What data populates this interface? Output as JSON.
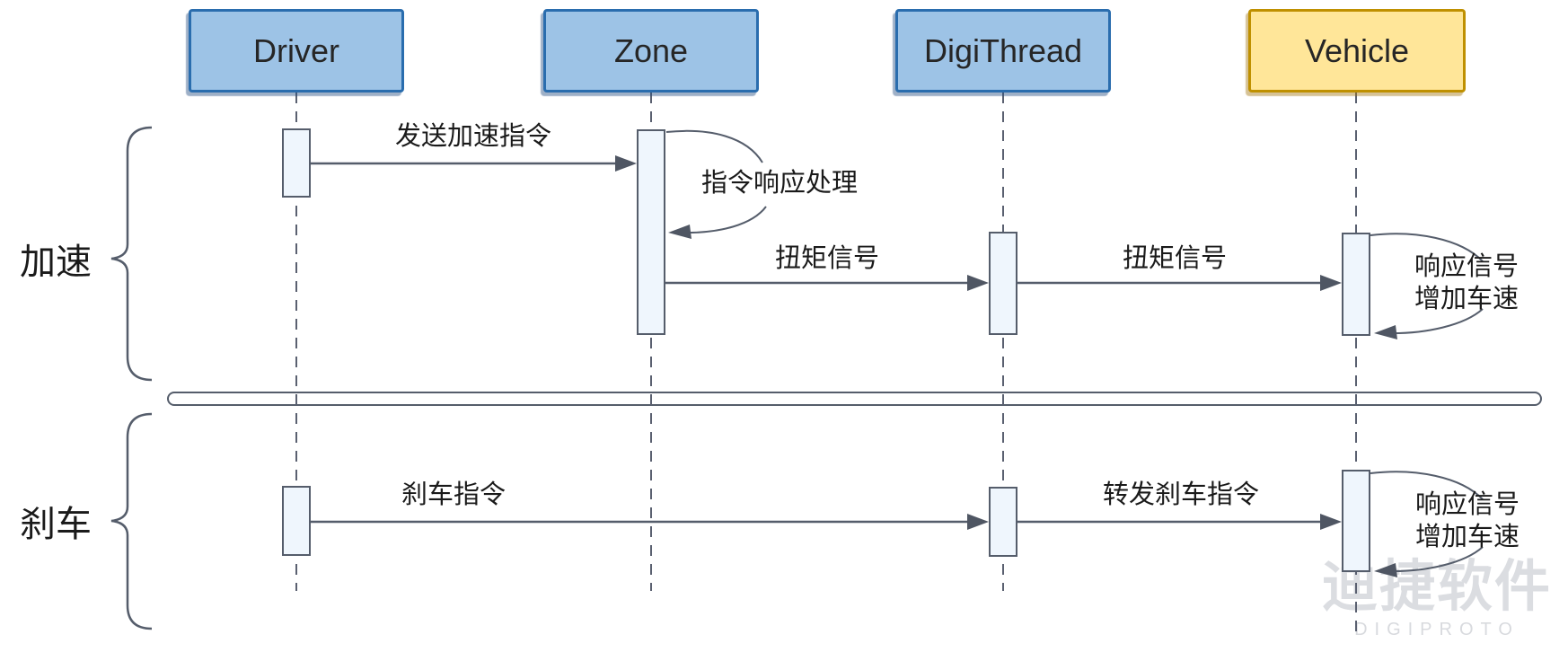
{
  "diagram": {
    "title_hint": "vehicle accelerate/brake sequence diagram",
    "actors": [
      {
        "name": "Driver",
        "fill": "#9DC3E6",
        "border": "#2A6DAE"
      },
      {
        "name": "Zone",
        "fill": "#9DC3E6",
        "border": "#2A6DAE"
      },
      {
        "name": "DigiThread",
        "fill": "#9DC3E6",
        "border": "#2A6DAE"
      },
      {
        "name": "Vehicle",
        "fill": "#FFE699",
        "border": "#BF9000"
      }
    ],
    "sections": [
      {
        "label": "加速"
      },
      {
        "label": "刹车"
      }
    ],
    "messages": {
      "send_accel": "发送加速指令",
      "cmd_process": "指令响应处理",
      "torque": "扭矩信号",
      "response_l1": "响应信号",
      "response_l2": "增加车速",
      "brake_cmd": "刹车指令",
      "forward_brake": "转发刹车指令"
    },
    "line_color": "#555D6B",
    "activation_fill": "#EFF6FD",
    "watermark": {
      "title": "迪捷软件",
      "subtitle": "DIGIPROTO"
    }
  }
}
